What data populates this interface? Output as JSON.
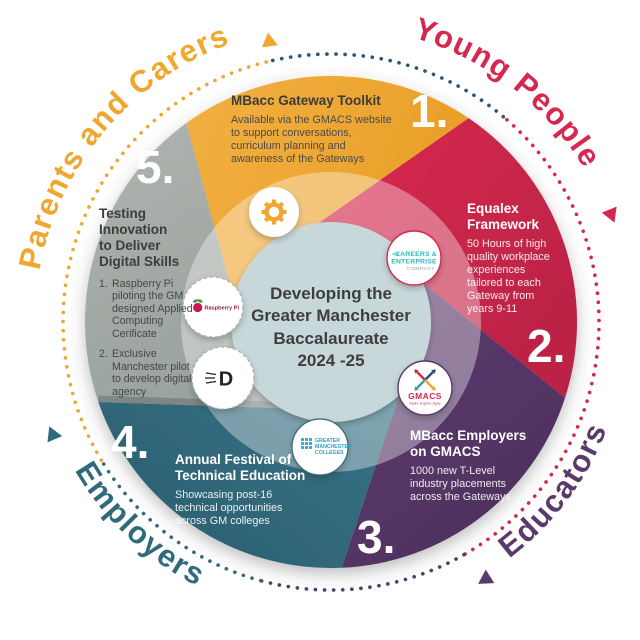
{
  "center": {
    "title": "Developing the\nGreater Manchester\nBaccalaureate\n2024 -25"
  },
  "audiences": [
    {
      "label": "Parents and Carers",
      "color": "#F0A72F"
    },
    {
      "label": "Young People",
      "color": "#D8274D"
    },
    {
      "label": "Educators",
      "color": "#5A3A6A"
    },
    {
      "label": "Employers",
      "color": "#2F6B7A"
    }
  ],
  "segments": [
    {
      "number": "1.",
      "color": "#EFA63A",
      "title": "MBacc Gateway Toolkit",
      "body": "Available via the GMACS website\nto support conversations,\ncurriculum planning and\nawareness of the Gateways"
    },
    {
      "number": "2.",
      "color": "#D7284E",
      "title": "Equalex\nFramework",
      "body": "50 Hours of high\nquality workplace\nexperiences\ntailored to each\nGateway from\nyears 9-11"
    },
    {
      "number": "3.",
      "color": "#583A69",
      "title": "MBacc Employers\non GMACS",
      "body": "1000 new T-Level\nindustry placements\nacross the Gateways"
    },
    {
      "number": "4.",
      "color": "#336F80",
      "title": "Annual Festival of\nTechnical Education",
      "body": "Showcasing post-16\ntechnical opportunities\nacross GM colleges"
    },
    {
      "number": "5.",
      "color": "#A7AEA9",
      "title": "Testing\nInnovation\nto Deliver\nDigital Skills",
      "items": [
        {
          "n": "1.",
          "text": "Raspberry Pi\npiloting the GM\ndesigned Applied\nComputing\nCerificate"
        },
        {
          "n": "2.",
          "text": "Exclusive\nManchester pilot\nto develop digital\nagency"
        }
      ]
    }
  ],
  "logos": {
    "careers_enterprise": {
      "the": "THE",
      "line1": "CAREERS &",
      "line2": "ENTERPRISE",
      "line3": "COMPANY"
    },
    "gmacs": {
      "name": "GMACS",
      "tagline": "Inspire. Explore. Apply."
    },
    "gm_colleges": {
      "line1": "GREATER",
      "line2": "MANCHESTER",
      "line3": "COLLEGES"
    },
    "raspberry_pi": {
      "name": "Raspberry Pi"
    },
    "digital_d": {
      "letter": "D"
    }
  }
}
